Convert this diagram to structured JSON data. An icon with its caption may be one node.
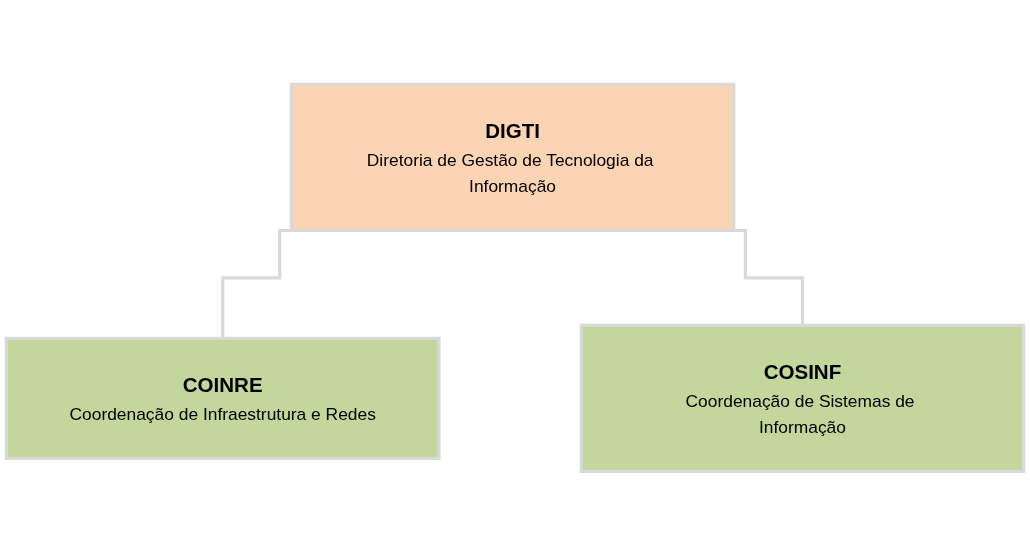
{
  "diagram": {
    "nodes": [
      {
        "text": [
          "DIGTI",
          "Diretoria de Gestão de Tecnologia da Informação"
        ]
      },
      {
        "text": [
          "COINRE",
          "Coordenação de Infraestrutura e Redes"
        ]
      },
      {
        "text": [
          "COSINF",
          "Coordenação de Sistemas de Informação"
        ]
      }
    ],
    "edges": [
      {
        "from": 0,
        "to": 1,
        "arrow": "none"
      },
      {
        "from": 0,
        "to": 2,
        "arrow": "none"
      }
    ]
  }
}
